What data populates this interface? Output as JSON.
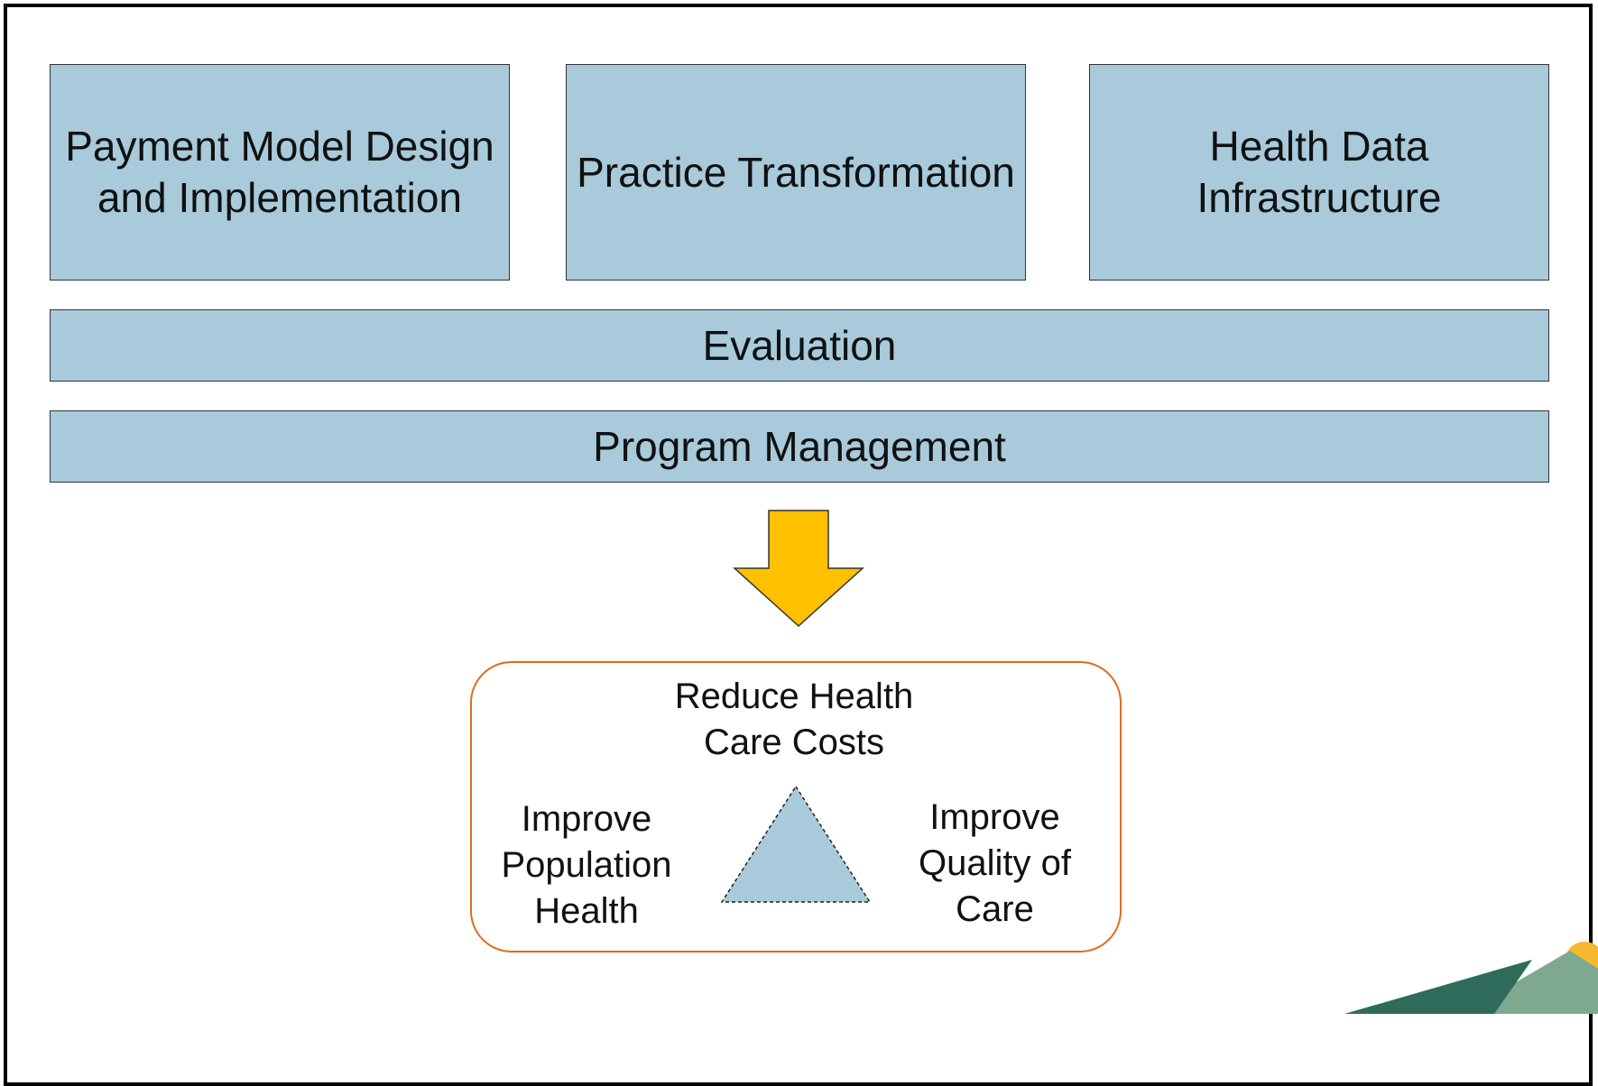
{
  "pillars": [
    {
      "label": "Payment Model Design\nand Implementation"
    },
    {
      "label": "Practice Transformation"
    },
    {
      "label": "Health Data\nInfrastructure"
    }
  ],
  "bars": {
    "evaluation": "Evaluation",
    "program_management": "Program Management"
  },
  "aims": {
    "top": "Reduce Health\nCare Costs",
    "left": "Improve\nPopulation\nHealth",
    "right": "Improve\nQuality of\nCare"
  },
  "colors": {
    "box_fill": "#a8cadb",
    "arrow_fill": "#ffc000",
    "aim_border": "#e06a1c",
    "logo_dark": "#2f6b5a",
    "logo_light": "#7fa891",
    "logo_sun": "#f5b82e"
  }
}
